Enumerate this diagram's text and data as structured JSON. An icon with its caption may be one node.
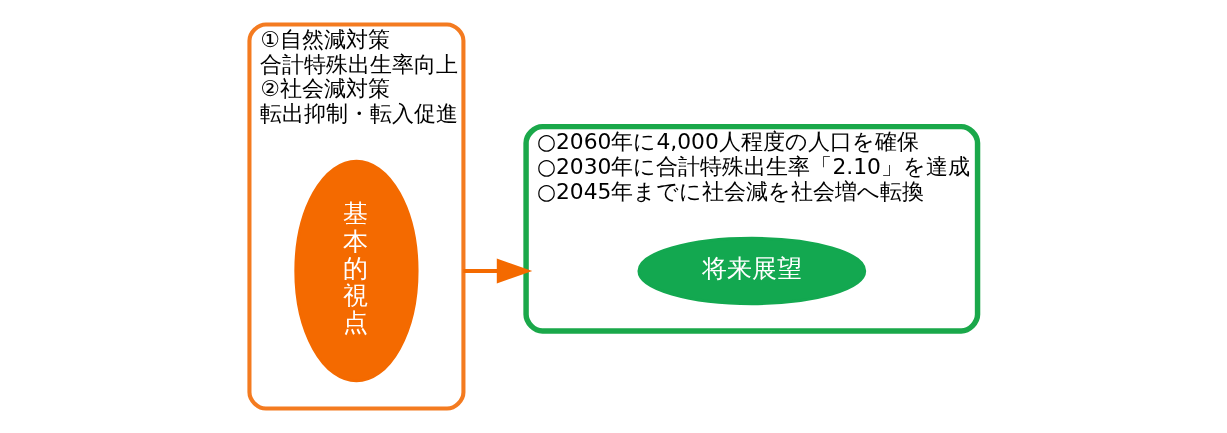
{
  "diagram": {
    "nodes": [
      {
        "text": [
          "①自然減対策",
          "合計特殊出生率向上",
          "②社会減対策",
          "転出抑制・転入促進"
        ]
      },
      {
        "text": [
          "基本的視点"
        ],
        "in": 0
      },
      {
        "text": [
          "○2060年に4,000人程度の人口を確保",
          "○2030年に合計特殊出生率「2.10」を達成",
          "○2045年までに社会減を社会増へ転換"
        ]
      },
      {
        "text": [
          "将来展望"
        ],
        "in": 2
      }
    ],
    "edges": [
      {
        "from": 0,
        "to": 2,
        "arrow": "to"
      }
    ]
  }
}
